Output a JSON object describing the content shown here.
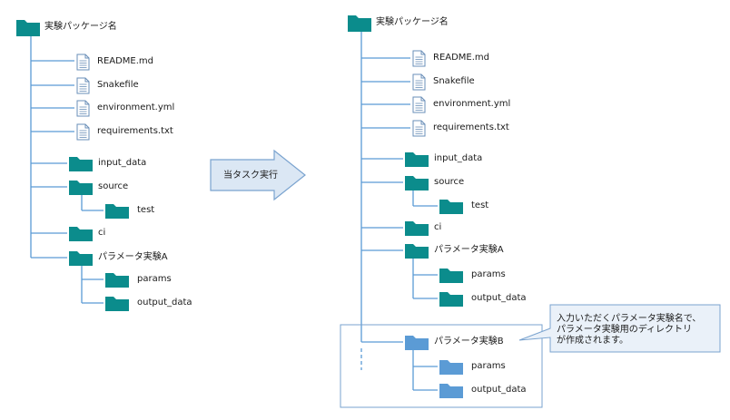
{
  "colors": {
    "folder": "#0b8c8c",
    "folder_new": "#5b9bd5",
    "line": "#5b9bd5",
    "arrow_fill": "#dbe7f4",
    "arrow_stroke": "#7aa3cf",
    "callout_fill": "#eaf1f9"
  },
  "left_tree": {
    "root": "実験パッケージ名",
    "readme": "README.md",
    "snakefile": "Snakefile",
    "env": "environment.yml",
    "req": "requirements.txt",
    "input": "input_data",
    "source": "source",
    "test": "test",
    "ci": "ci",
    "expA": "パラメータ実験A",
    "paramsA": "params",
    "outputA": "output_data"
  },
  "arrow": {
    "label": "当タスク実行"
  },
  "right_tree": {
    "root": "実験パッケージ名",
    "readme": "README.md",
    "snakefile": "Snakefile",
    "env": "environment.yml",
    "req": "requirements.txt",
    "input": "input_data",
    "source": "source",
    "test": "test",
    "ci": "ci",
    "expA": "パラメータ実験A",
    "paramsA": "params",
    "outputA": "output_data",
    "expB": "パラメータ実験B",
    "paramsB": "params",
    "outputB": "output_data"
  },
  "callout": {
    "line1": "入力いただくパラメータ実験名で、",
    "line2": "パラメータ実験用のディレクトリ",
    "line3": "が作成されます。"
  }
}
